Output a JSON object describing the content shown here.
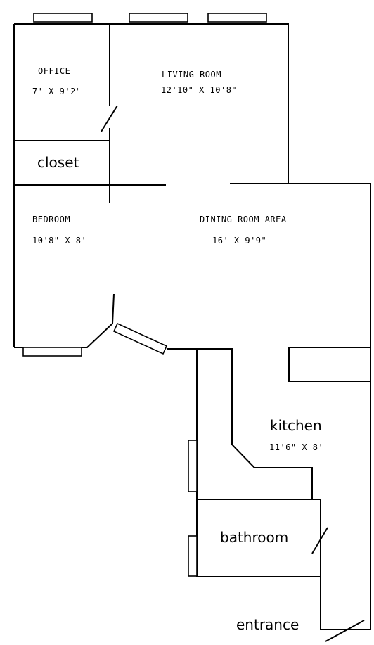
{
  "rooms": {
    "office": {
      "name": "OFFICE",
      "size": "7' X 9'2\""
    },
    "living_room": {
      "name": "LIVING ROOM",
      "size": "12'10\" X 10'8\""
    },
    "closet": {
      "name": "closet"
    },
    "bedroom": {
      "name": "BEDROOM",
      "size": "10'8\" X 8'"
    },
    "dining_room": {
      "name": "DINING ROOM AREA",
      "size": "16' X 9'9\""
    },
    "kitchen": {
      "name": "kitchen",
      "size": "11'6\" X 8'"
    },
    "bathroom": {
      "name": "bathroom"
    },
    "entrance": {
      "name": "entrance"
    }
  }
}
